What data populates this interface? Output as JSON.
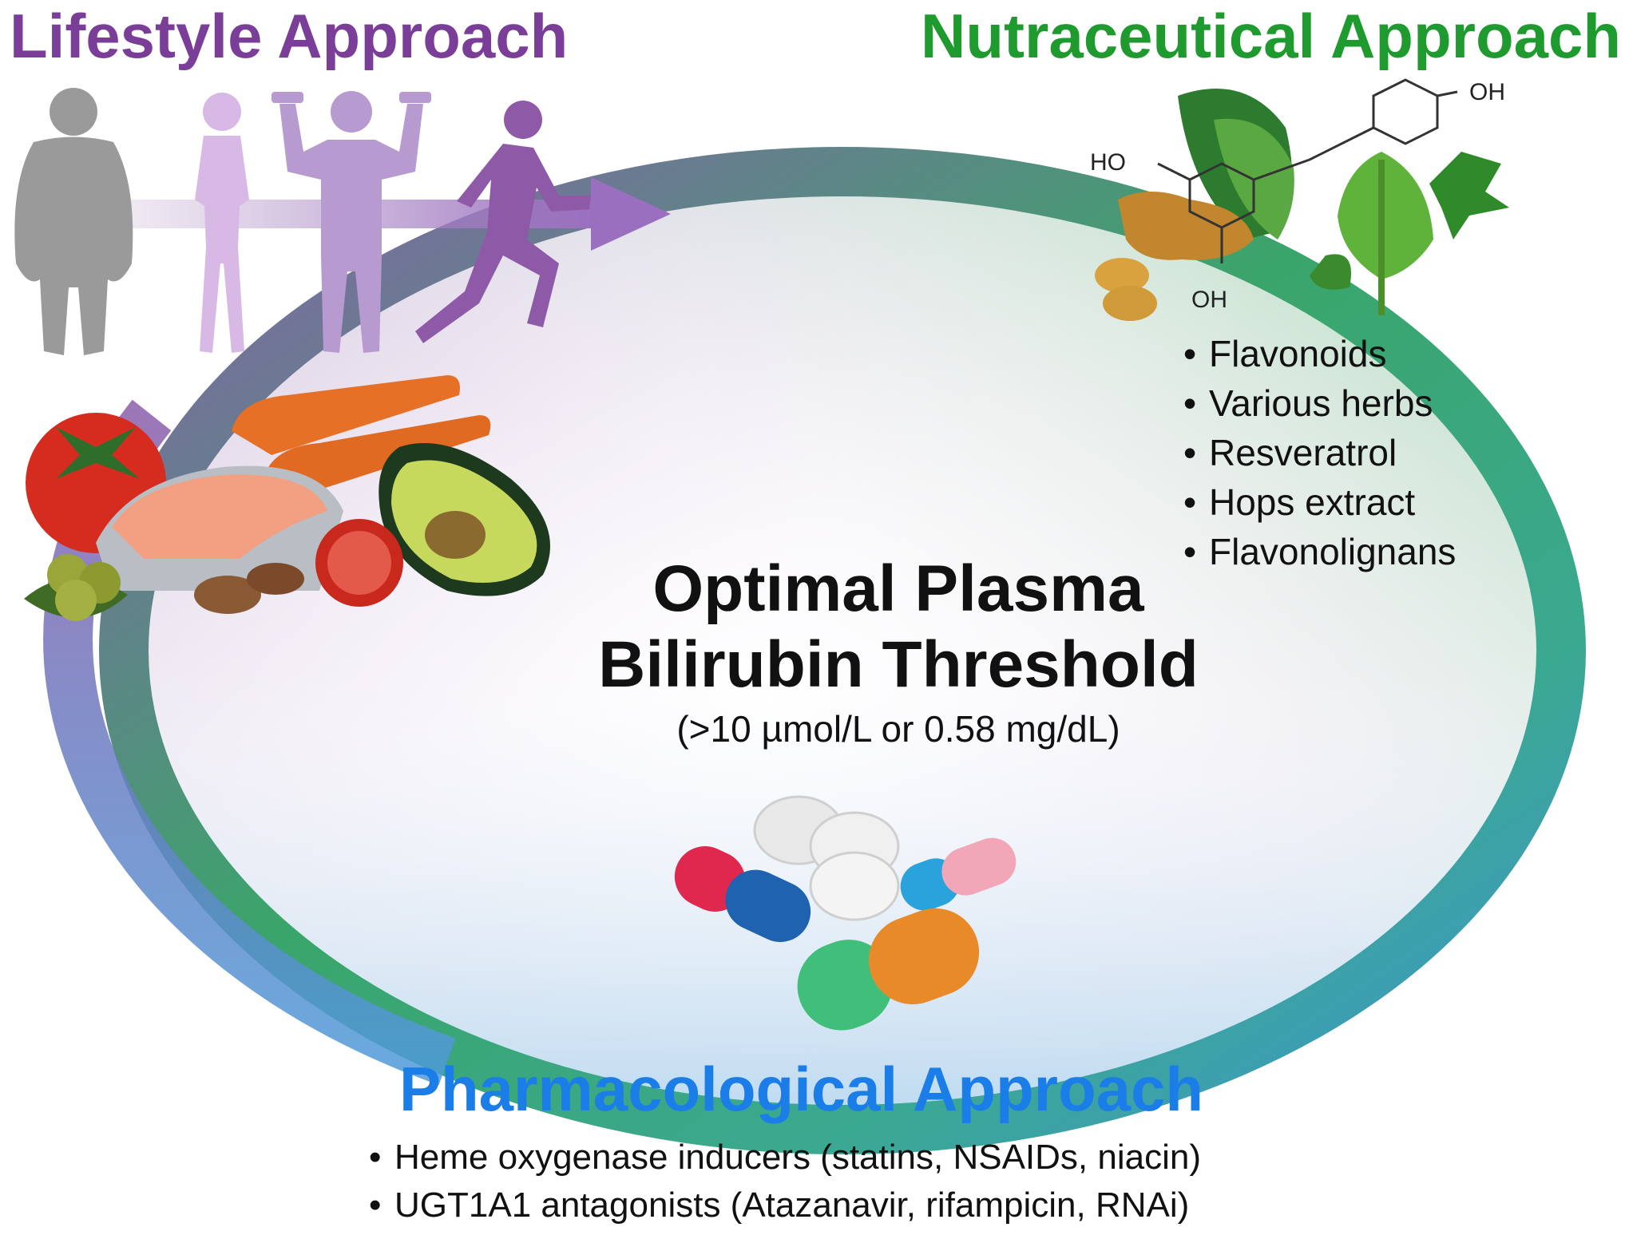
{
  "lifestyle": {
    "title": "Lifestyle Approach",
    "color": "#7a3e98",
    "icons": [
      "obese-person-icon",
      "slim-woman-icon",
      "muscular-man-icon",
      "running-woman-icon",
      "progress-arrow-icon",
      "tomato-icon",
      "salmon-steak-icon",
      "carrot-icon",
      "avocado-icon",
      "olive-icon",
      "almond-icon"
    ]
  },
  "nutraceutical": {
    "title": "Nutraceutical Approach",
    "color": "#1f9a2e",
    "molecule_labels": [
      "OH",
      "HO",
      "OH"
    ],
    "items": [
      "Flavonoids",
      "Various herbs",
      "Resveratrol",
      "Hops extract",
      "Flavonolignans"
    ],
    "icons": [
      "resveratrol-structure-icon",
      "spinach-icon",
      "ginger-icon",
      "leaf-icon",
      "herb-icon"
    ]
  },
  "center": {
    "title_line1": "Optimal Plasma",
    "title_line2": "Bilirubin Threshold",
    "subtitle": "(>10 µmol/L or 0.58 mg/dL)"
  },
  "pharmacological": {
    "title": "Pharmacological Approach",
    "color": "#1a7de8",
    "items": [
      "Heme oxygenase inducers (statins, NSAIDs, niacin)",
      "UGT1A1 antagonists (Atazanavir, rifampicin, RNAi)"
    ],
    "icons": [
      "pill-capsule-icon",
      "tablet-icon"
    ]
  }
}
